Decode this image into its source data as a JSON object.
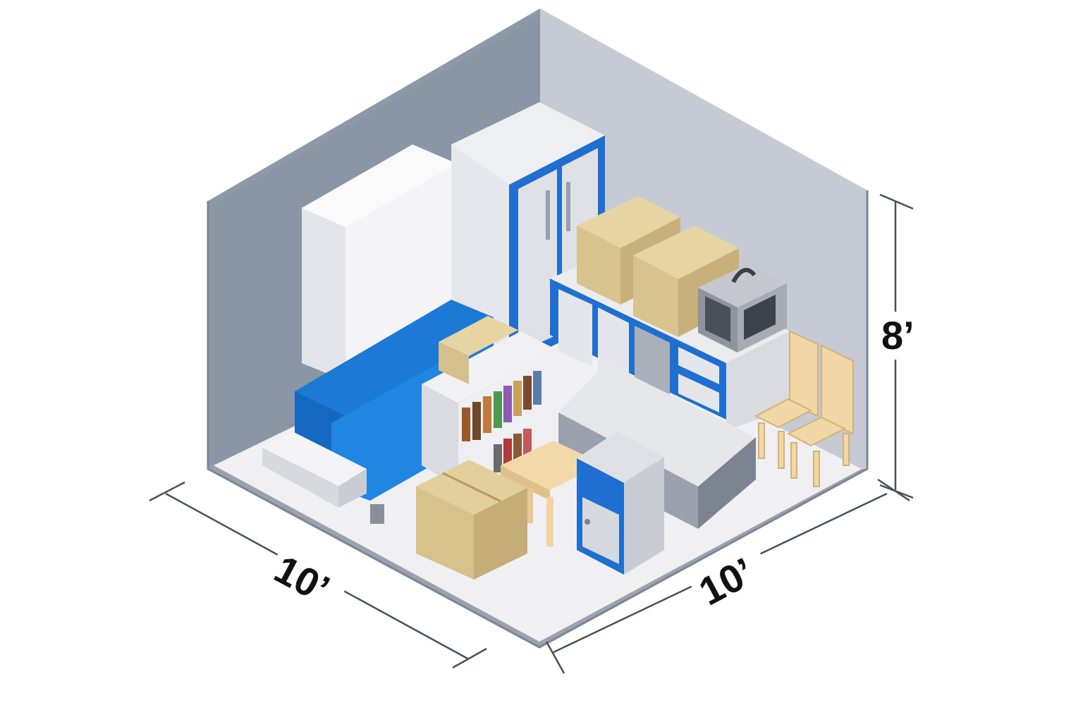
{
  "dimensions": {
    "width_label": "10’",
    "depth_label": "10’",
    "height_label": "8’"
  },
  "colors": {
    "accent_blue": "#1f6fd1",
    "sofa_blue": "#1c7ad6",
    "box_tan": "#dcc896",
    "box_tan_dark": "#c7b07c",
    "wood_light": "#f2d7a6",
    "wall_left": "#8a96a6",
    "wall_back": "#c8ccd6",
    "floor": "#f1f1f3"
  },
  "icons": [
    "storage-unit-diagram",
    "sofa",
    "bookshelf",
    "cardboard-box",
    "microwave",
    "chair",
    "table",
    "wardrobe",
    "mattress"
  ]
}
